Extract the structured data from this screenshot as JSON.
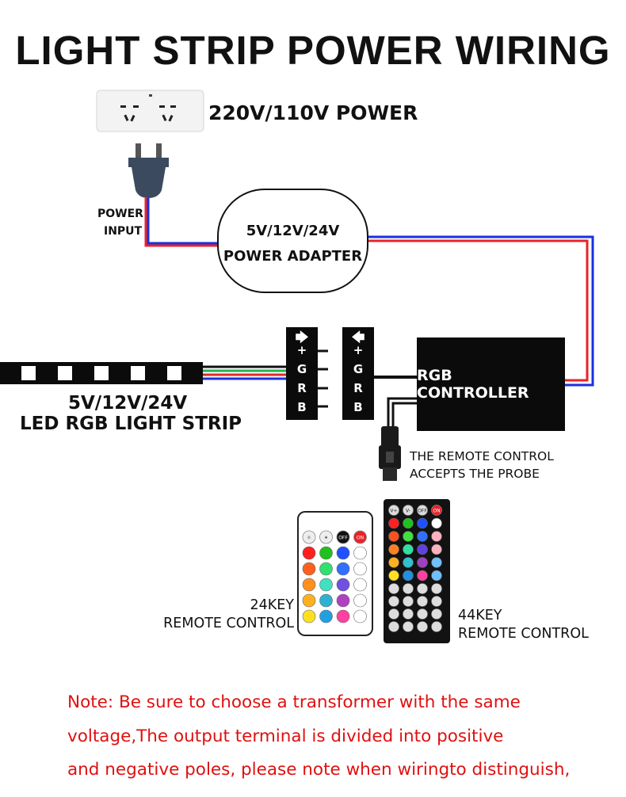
{
  "title": "LIGHT STRIP POWER WIRING",
  "power_source": {
    "label": "220V/110V POWER"
  },
  "power_input": {
    "line1": "POWER",
    "line2": "INPUT"
  },
  "adapter": {
    "line1": "5V/12V/24V",
    "line2": "POWER ADAPTER"
  },
  "controller": {
    "label": "RGB CONTROLLER"
  },
  "connector_out": {
    "arrow": "🡆",
    "pins": [
      "+",
      "G",
      "R",
      "B"
    ]
  },
  "connector_in": {
    "arrow": "🡄",
    "pins": [
      "+",
      "G",
      "R",
      "B"
    ]
  },
  "strip": {
    "line1": "5V/12V/24V",
    "line2": "LED RGB LIGHT STRIP"
  },
  "probe": {
    "line1": "THE REMOTE CONTROL",
    "line2": "ACCEPTS THE PROBE"
  },
  "remote24": {
    "line1": "24KEY",
    "line2": "REMOTE CONTROL",
    "top_keys": [
      "☼",
      "☀",
      "OFF",
      "ON"
    ],
    "colors": [
      "#ff2020",
      "#20c020",
      "#2050ff",
      "#ffffff",
      "#ff6020",
      "#30e070",
      "#3070ff",
      "#ffffff",
      "#ff9020",
      "#40e0c0",
      "#7050e0",
      "#ffffff",
      "#ffb020",
      "#30b0d0",
      "#b040c0",
      "#ffffff",
      "#ffe020",
      "#20a0e0",
      "#ff40a0",
      "#ffffff"
    ]
  },
  "remote44": {
    "line1": "44KEY",
    "line2": "REMOTE CONTROL",
    "top_keys": [
      "V+",
      "V-",
      "OFF",
      "ON"
    ],
    "colors": [
      "#ff2020",
      "#20c020",
      "#2050ff",
      "#ffffff",
      "#ff5020",
      "#40e040",
      "#3070ff",
      "#ffb0c0",
      "#ff8020",
      "#30e0a0",
      "#6040e0",
      "#ffb0c0",
      "#ffb020",
      "#30c0d0",
      "#a040c0",
      "#70c0ff",
      "#ffe020",
      "#2090e0",
      "#ff40a0",
      "#70c0ff"
    ]
  },
  "note": {
    "line1": "Note: Be sure to choose a transformer with the same",
    "line2": "voltage,The output terminal is divided into positive",
    "line3": "and negative poles, please note when wiringto distinguish,"
  },
  "colors": {
    "red_wire": "#e8232a",
    "blue_wire": "#1a2fe0",
    "green_wire": "#22b14c",
    "note_text": "#e01010"
  }
}
